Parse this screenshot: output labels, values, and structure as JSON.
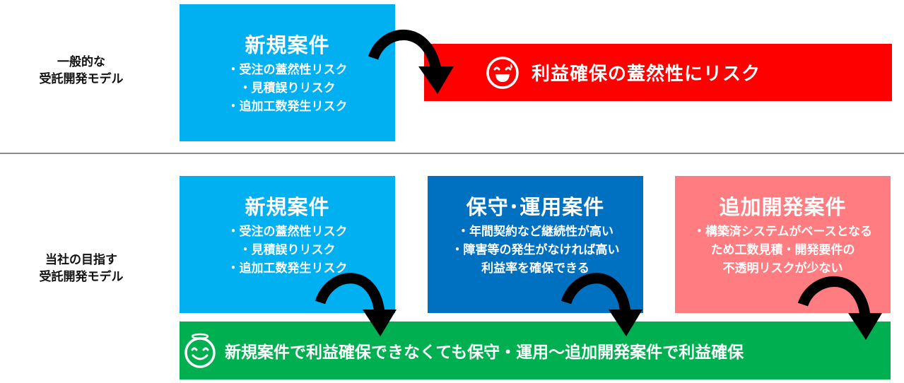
{
  "top_row": {
    "label_lines": [
      "一般的な",
      "受託開発モデル"
    ],
    "box": {
      "title": "新規案件",
      "bullets": [
        "・受注の蓋然性リスク",
        "・見積誤りリスク",
        "・追加工数発生リスク"
      ],
      "color": "#00b0f0"
    },
    "banner": {
      "text": "利益確保の蓋然性にリスク",
      "icon": "worried-face-icon",
      "color": "#ff0000"
    }
  },
  "bottom_row": {
    "label_lines": [
      "当社の目指す",
      "受託開発モデル"
    ],
    "boxes": [
      {
        "title": "新規案件",
        "bullets": [
          "・受注の蓋然性リスク",
          "・見積誤りリスク",
          "・追加工数発生リスク"
        ],
        "color": "#00b0f0"
      },
      {
        "title": "保守･運用案件",
        "bullets": [
          "・年間契約など継続性が高い",
          "・障害等の発生がなければ高い",
          "利益率を確保できる"
        ],
        "color": "#0070c0"
      },
      {
        "title": "追加開発案件",
        "bullets": [
          "・構築済システムがベースとなる",
          "ため工数見積・開発要件の",
          "不透明リスクが少ない"
        ],
        "color": "#ff7c80"
      }
    ],
    "banner": {
      "text": "新規案件で利益確保できなくても保守・運用～追加開発案件で利益確保",
      "icon": "smiling-face-icon",
      "color": "#00b050"
    }
  }
}
